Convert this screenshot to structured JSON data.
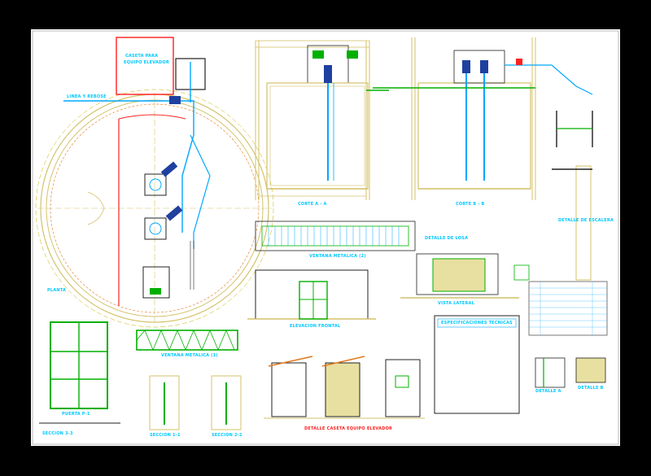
{
  "sheet": {
    "background": "#000000",
    "paper": "#ffffff"
  },
  "colors": {
    "wall": "#d4c26a",
    "pipe": "#00a8ff",
    "green": "#00b000",
    "red": "#ff0000",
    "dark": "#202020"
  },
  "labels": {
    "caseta": "CASETA PARA",
    "caseta2": "EQUIPO ELEVADOR",
    "linea": "LINEA Y REBOSE",
    "plano": "PLANTA",
    "cortea": "CORTE A - A",
    "corteb": "CORTE B - B",
    "ventana2": "VENTANA METALICA (2)",
    "elevacion": "ELEVACION FRONTAL",
    "detalle_escalera": "DETALLE DE ESCALERA",
    "ventana1": "VENTANA METALICA (1)",
    "especificaciones": "ESPECIFICACIONES TECNICAS",
    "puerta": "PUERTA P-1",
    "seccion1": "SECCION 1-1",
    "seccion2": "SECCION 2-2",
    "seccion3": "SECCION 3-3",
    "detalle_losa": "DETALLE DE LOSA",
    "vista_lateral": "VISTA LATERAL",
    "detalle_a": "DETALLE A",
    "detalle_b": "DETALLE B",
    "casetas_title": "DETALLE CASETA EQUIPO ELEVADOR"
  }
}
